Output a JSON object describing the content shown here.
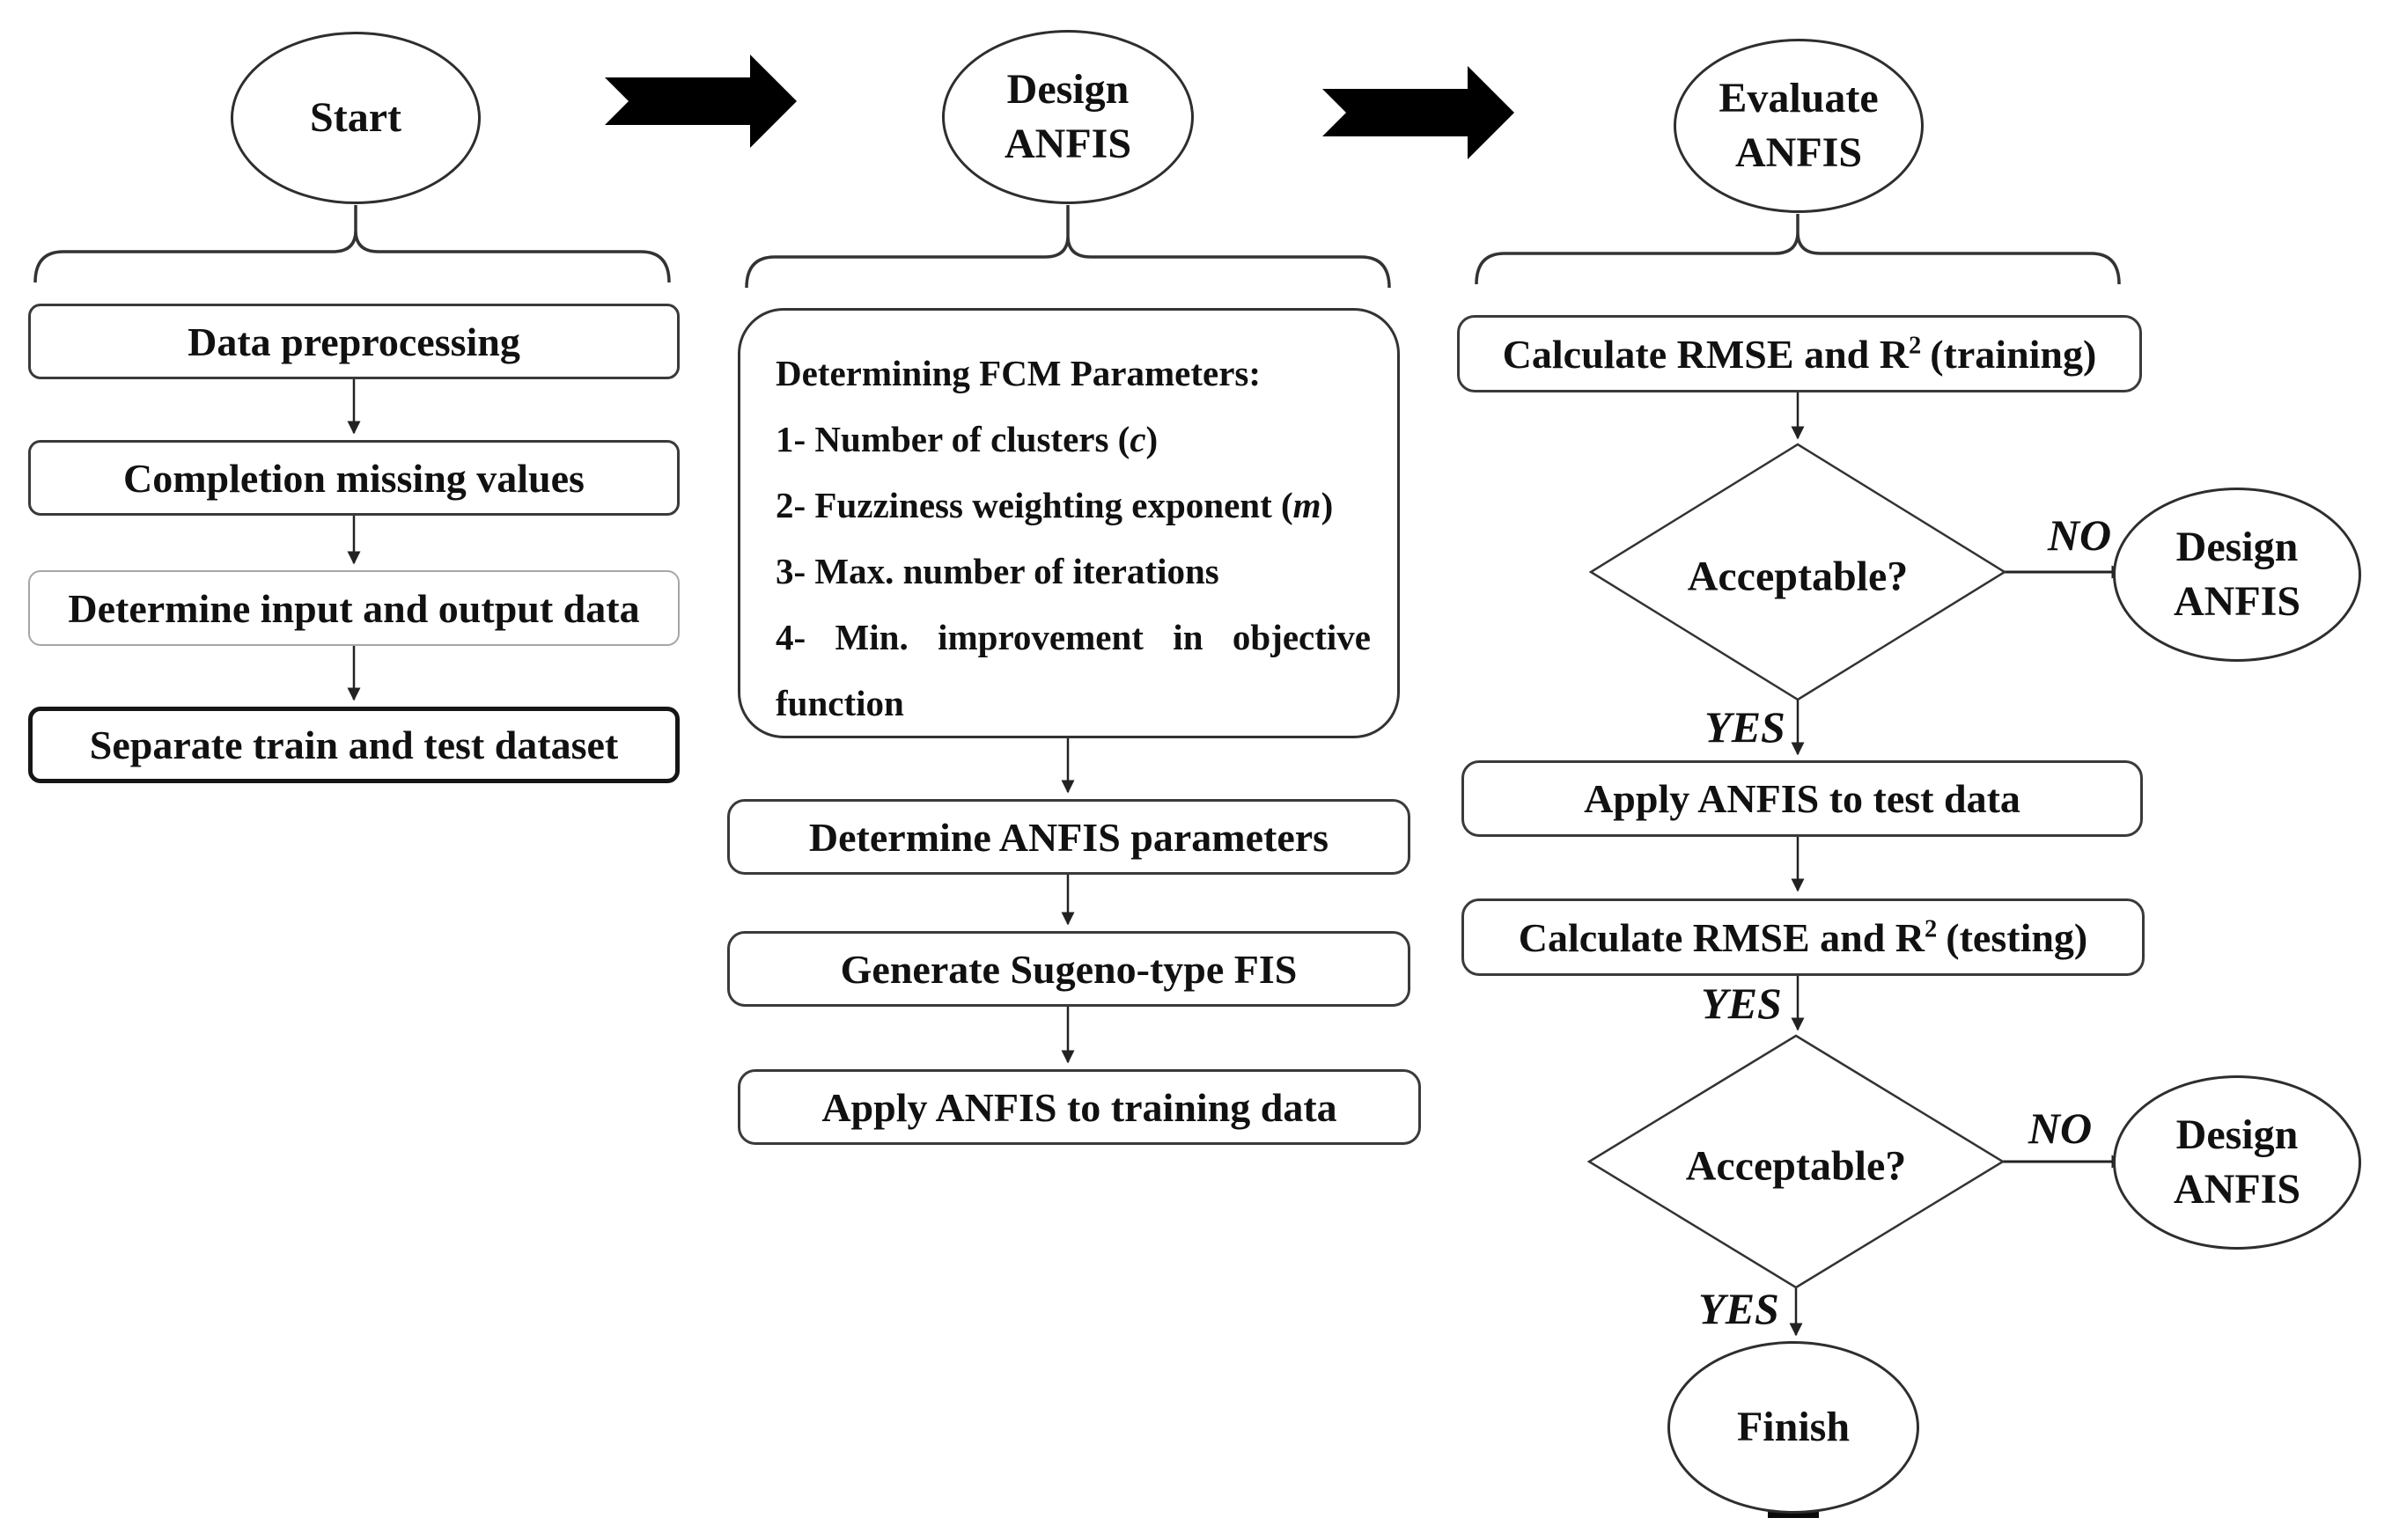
{
  "colors": {
    "ink": "#111111",
    "line": "#2a2a2a",
    "shape_border": "#333333",
    "light_border": "#a6a6a6",
    "solid_arrow": "#000000",
    "background": "#ffffff"
  },
  "start_col": {
    "ellipse": "Start",
    "box1": "Data preprocessing",
    "box2": "Completion missing values",
    "box3": "Determine input and output data",
    "box4": "Separate train and test dataset"
  },
  "design_col": {
    "ellipse_l1": "Design",
    "ellipse_l2": "ANFIS",
    "fcm_title": "Determining FCM Parameters:",
    "fcm_i1_pre": "1- Number of clusters (",
    "fcm_i1_em": "c",
    "fcm_i1_post": ")",
    "fcm_i2_pre": "2- Fuzziness weighting exponent (",
    "fcm_i2_em": "m",
    "fcm_i2_post": ")",
    "fcm_i3": "3- Max. number of iterations",
    "fcm_i4": "4- Min. improvement in objective function",
    "box1": "Determine ANFIS parameters",
    "box2": "Generate Sugeno-type FIS",
    "box3": "Apply ANFIS to training data"
  },
  "eval_col": {
    "ellipse_l1": "Evaluate",
    "ellipse_l2": "ANFIS",
    "box_training_pre": "Calculate RMSE and R",
    "sup": "2",
    "box_training_post": "(training)",
    "diamond1": "Acceptable?",
    "no": "NO",
    "yes": "YES",
    "return_l1": "Design",
    "return_l2": "ANFIS",
    "box_test": "Apply ANFIS to test data",
    "box_testing_pre": "Calculate RMSE and R",
    "box_testing_post": "(testing)",
    "diamond2": "Acceptable?",
    "finish": "Finish"
  }
}
